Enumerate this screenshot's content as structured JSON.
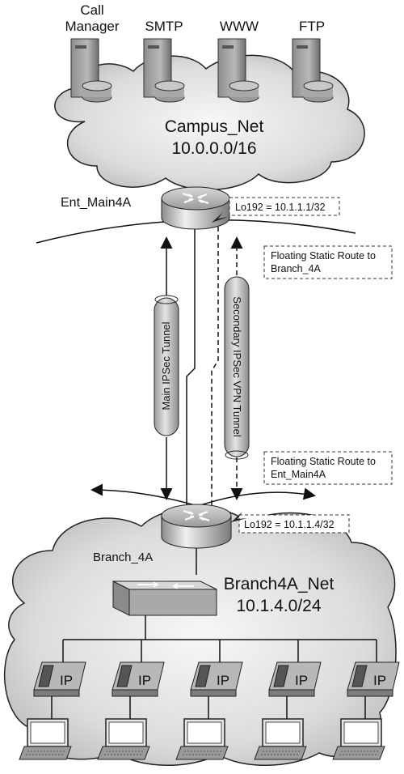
{
  "servers": [
    {
      "label_lines": [
        "Call",
        "Manager"
      ]
    },
    {
      "label_lines": [
        "SMTP"
      ]
    },
    {
      "label_lines": [
        "WWW"
      ]
    },
    {
      "label_lines": [
        "FTP"
      ]
    }
  ],
  "campus": {
    "name": "Campus_Net",
    "subnet": "10.0.0.0/16"
  },
  "ent_router": {
    "name": "Ent_Main4A",
    "loopback": "Lo192 = 10.1.1.1/32"
  },
  "branch_router": {
    "name": "Branch_4A",
    "loopback": "Lo192 = 10.1.1.4/32"
  },
  "notes": {
    "floating_top": [
      "Floating Static Route to",
      "Branch_4A"
    ],
    "floating_bottom": [
      "Floating Static Route to",
      "Ent_Main4A"
    ]
  },
  "tunnels": {
    "main": "Main IPSec Tunnel",
    "secondary": "Secondary IPSec VPN Tunnel"
  },
  "branch_net": {
    "name": "Branch4A_Net",
    "subnet": "10.1.4.0/24"
  },
  "phone_label": "IP",
  "phone_count": 5
}
